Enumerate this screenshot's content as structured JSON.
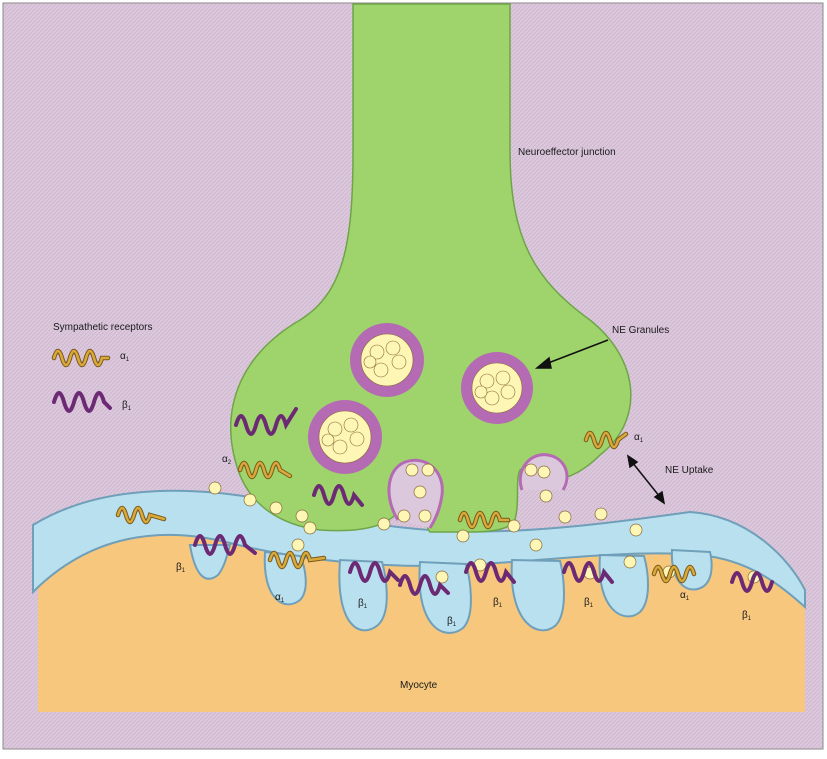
{
  "labels": {
    "junction": "Neuroeffector junction",
    "receptors_heading": "Sympathetic receptors",
    "granules": "NE Granules",
    "uptake": "NE Uptake",
    "myocyte": "Myocyte"
  },
  "legend": [
    {
      "symbol": "α",
      "sub": "1"
    },
    {
      "symbol": "β",
      "sub": "1"
    }
  ],
  "receptor_labels": [
    {
      "symbol": "α",
      "sub": "1"
    },
    {
      "symbol": "α",
      "sub": "2"
    },
    {
      "symbol": "β",
      "sub": "1"
    },
    {
      "symbol": "α",
      "sub": "1"
    },
    {
      "symbol": "β",
      "sub": "1"
    },
    {
      "symbol": "β",
      "sub": "1"
    },
    {
      "symbol": "β",
      "sub": "1"
    },
    {
      "symbol": "β",
      "sub": "1"
    },
    {
      "symbol": "α",
      "sub": "1"
    },
    {
      "symbol": "β",
      "sub": "1"
    }
  ],
  "colors": {
    "background": "#dcc8dc",
    "nerve_terminal": "#9ed46b",
    "membrane": "#b9e0ef",
    "membrane_edge": "#6f9fb9",
    "myocyte": "#f7c77e",
    "granule_ring": "#b56bb3",
    "granule_core": "#fdf6b4",
    "alpha_receptor": "#d9a93c",
    "beta_receptor": "#6b2a73"
  }
}
